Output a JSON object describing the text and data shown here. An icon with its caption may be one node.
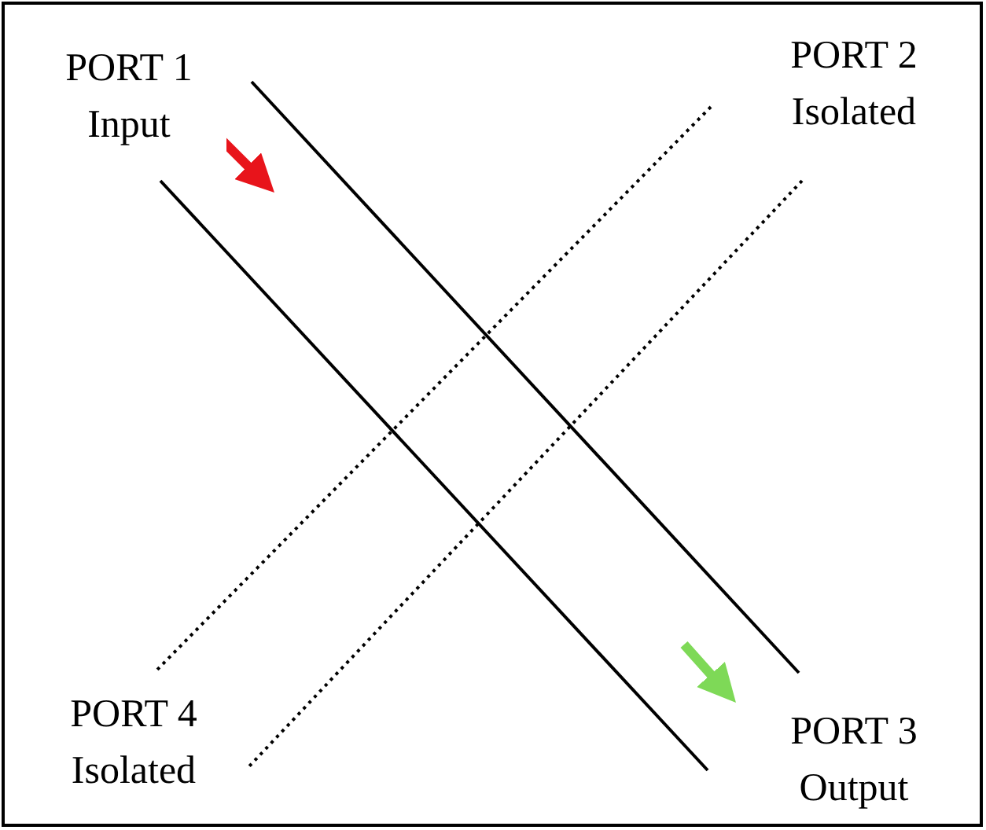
{
  "diagram": {
    "nodes": [
      {
        "text": [
          "PORT 1",
          "Input"
        ]
      },
      {
        "text": [
          "PORT 2",
          "Isolated"
        ]
      },
      {
        "text": [
          "PORT 4",
          "Isolated"
        ]
      },
      {
        "text": [
          "PORT 3",
          "Output"
        ]
      }
    ]
  }
}
